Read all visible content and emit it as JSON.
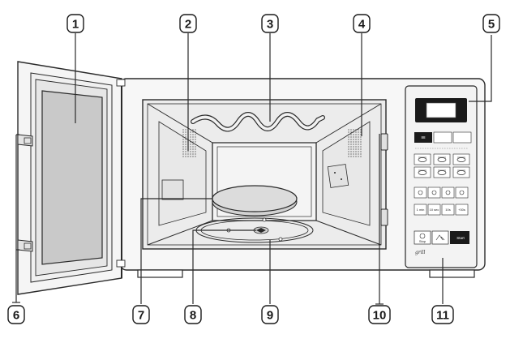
{
  "callouts": [
    {
      "number": "1"
    },
    {
      "number": "2"
    },
    {
      "number": "3"
    },
    {
      "number": "4"
    },
    {
      "number": "5"
    },
    {
      "number": "6"
    },
    {
      "number": "7"
    },
    {
      "number": "8"
    },
    {
      "number": "9"
    },
    {
      "number": "10"
    },
    {
      "number": "11"
    }
  ],
  "control_panel": {
    "button_row1": [
      "88",
      "",
      ""
    ],
    "button_row4": [
      "1 min",
      "10 sec",
      "10s",
      "+30s"
    ],
    "button_row5_labels": [
      "Stop",
      "",
      "Start"
    ],
    "grill_label": "grill"
  },
  "colors": {
    "line": "#2a2a2a",
    "window": "#c9c9c9",
    "interior": "#ececec",
    "body": "#f6f6f6",
    "display": "#1a1a1a"
  }
}
